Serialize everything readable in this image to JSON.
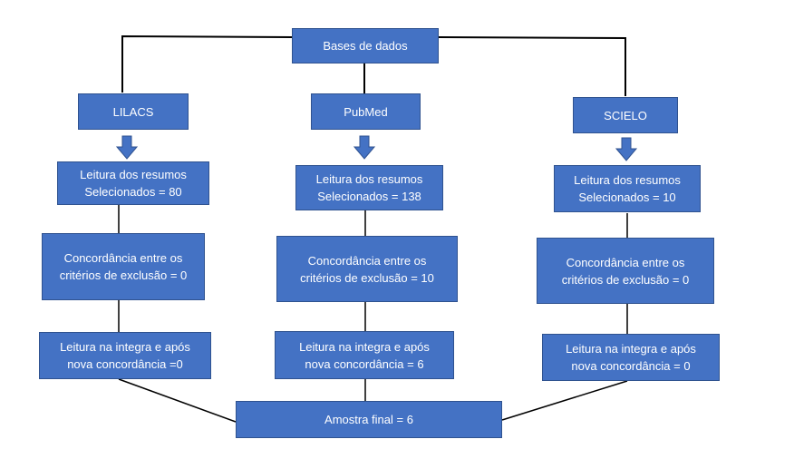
{
  "root": {
    "label": "Bases de dados"
  },
  "columns": [
    {
      "source": "LILACS",
      "reading": "Leitura dos resumos\nSelecionados = 80",
      "agreement": "Concordância entre os\ncritérios de exclusão  = 0",
      "full_text": "Leitura na integra e após\nnova concordância =0"
    },
    {
      "source": "PubMed",
      "reading": "Leitura dos resumos\nSelecionados = 138",
      "agreement": "Concordância entre os\ncritérios de exclusão = 10",
      "full_text": "Leitura na integra e após\nnova concordância = 6"
    },
    {
      "source": "SCIELO",
      "reading": "Leitura dos resumos\nSelecionados = 10",
      "agreement": "Concordância entre os\ncritérios de exclusão = 0",
      "full_text": "Leitura na integra e após\nnova concordância = 0"
    }
  ],
  "final": {
    "label": "Amostra final = 6"
  },
  "colors": {
    "box_fill": "#4472c4",
    "box_border": "#2f528f",
    "line": "#000000",
    "text": "#ffffff"
  }
}
